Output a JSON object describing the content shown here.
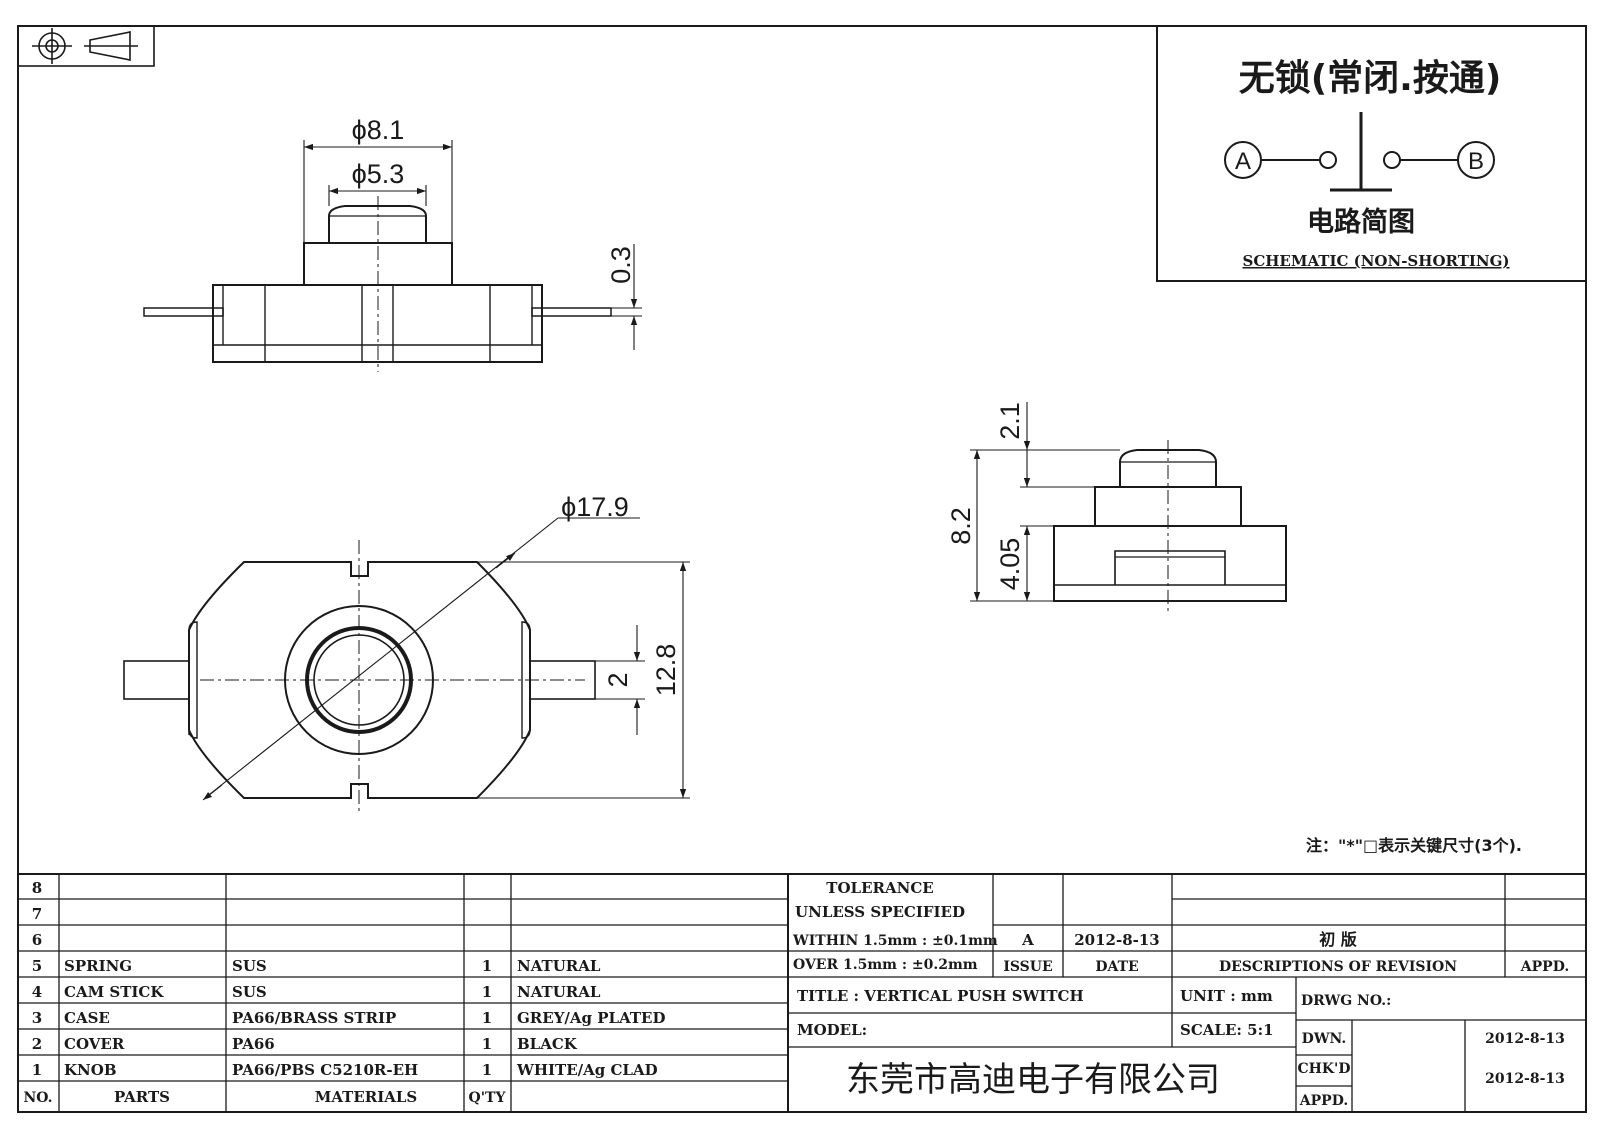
{
  "dimensions": {
    "top_outer_diameter": "ϕ8.1",
    "top_inner_diameter": "ϕ5.3",
    "terminal_thickness": "0.3",
    "body_diameter": "ϕ17.9",
    "terminal_width": "2",
    "body_height": "12.8",
    "knob_travel": "2.1",
    "overall_height": "8.2",
    "base_height": "4.05"
  },
  "schematic": {
    "title": "无锁(常闭.按通)",
    "terminal_a": "A",
    "terminal_b": "B",
    "caption_cn": "电路简图",
    "caption_en": "SCHEMATIC (NON-SHORTING)"
  },
  "note": "注：\"*\"□表示关键尺寸(3个).",
  "parts_table": {
    "rows": [
      {
        "no": "8",
        "part": "",
        "material": "",
        "qty": "",
        "finish": ""
      },
      {
        "no": "7",
        "part": "",
        "material": "",
        "qty": "",
        "finish": ""
      },
      {
        "no": "6",
        "part": "",
        "material": "",
        "qty": "",
        "finish": ""
      },
      {
        "no": "5",
        "part": "SPRING",
        "material": "SUS",
        "qty": "1",
        "finish": "NATURAL"
      },
      {
        "no": "4",
        "part": "CAM STICK",
        "material": "SUS",
        "qty": "1",
        "finish": "NATURAL"
      },
      {
        "no": "3",
        "part": "CASE",
        "material": "PA66/BRASS STRIP",
        "qty": "1",
        "finish": "GREY/Ag PLATED"
      },
      {
        "no": "2",
        "part": "COVER",
        "material": "PA66",
        "qty": "1",
        "finish": "BLACK"
      },
      {
        "no": "1",
        "part": "KNOB",
        "material": "PA66/PBS C5210R-EH",
        "qty": "1",
        "finish": "WHITE/Ag CLAD"
      }
    ],
    "header": {
      "no": "NO.",
      "parts": "PARTS",
      "materials": "MATERIALS",
      "qty": "Q'TY"
    }
  },
  "tolerance": {
    "line1": "TOLERANCE",
    "line2": "UNLESS  SPECIFIED",
    "line3": "WITHIN 1.5mm : ±0.1mm",
    "line4": "OVER 1.5mm : ±0.2mm"
  },
  "revision": {
    "issue": "A",
    "date": "2012-8-13",
    "description": "初  版",
    "issue_label": "ISSUE",
    "date_label": "DATE",
    "desc_label": "DESCRIPTIONS OF REVISION",
    "appd_label": "APPD."
  },
  "title_block": {
    "title": "TITLE :  VERTICAL PUSH SWITCH",
    "unit": "UNIT :  mm",
    "drwg_no": "DRWG NO.:",
    "model": "MODEL:",
    "scale": "SCALE:  5:1",
    "dwn_label": "DWN.",
    "dwn_date": "2012-8-13",
    "chkd_label": "CHK'D",
    "chkd_date": "2012-8-13",
    "appd_label": "APPD.",
    "company": "东莞市高迪电子有限公司"
  }
}
